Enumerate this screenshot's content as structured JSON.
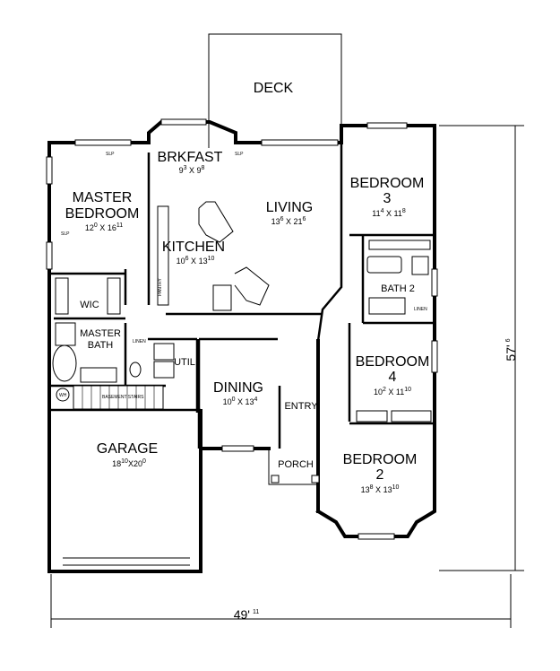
{
  "rooms": {
    "deck": {
      "name": "DECK"
    },
    "brkfast": {
      "name": "BRKFAST",
      "w": "9",
      "wsup": "3",
      "h": "9",
      "hsup": "8"
    },
    "master_bedroom": {
      "name1": "MASTER",
      "name2": "BEDROOM",
      "w": "12",
      "wsup": "0",
      "h": "16",
      "hsup": "11"
    },
    "living": {
      "name": "LIVING",
      "w": "13",
      "wsup": "6",
      "h": "21",
      "hsup": "6"
    },
    "bedroom3": {
      "name1": "BEDROOM",
      "name2": "3",
      "w": "11",
      "wsup": "4",
      "h": "11",
      "hsup": "8"
    },
    "kitchen": {
      "name": "KITCHEN",
      "w": "10",
      "wsup": "6",
      "h": "13",
      "hsup": "10"
    },
    "bath2": {
      "name": "BATH 2"
    },
    "wic": {
      "name": "WIC"
    },
    "master_bath": {
      "name1": "MASTER",
      "name2": "BATH"
    },
    "util": {
      "name": "UTIL"
    },
    "bedroom4": {
      "name1": "BEDROOM",
      "name2": "4",
      "w": "10",
      "wsup": "2",
      "h": "11",
      "hsup": "10"
    },
    "dining": {
      "name": "DINING",
      "w": "10",
      "wsup": "0",
      "h": "13",
      "hsup": "4"
    },
    "entry": {
      "name": "ENTRY"
    },
    "garage": {
      "name": "GARAGE",
      "w": "18",
      "wsup": "10",
      "h": "20",
      "hsup": "0"
    },
    "porch": {
      "name": "PORCH"
    },
    "bedroom2": {
      "name1": "BEDROOM",
      "name2": "2",
      "w": "13",
      "wsup": "8",
      "h": "13",
      "hsup": "10"
    }
  },
  "labels": {
    "slp": "SLP",
    "pantry": "PANTRY",
    "linen": "LINEN",
    "basement_stairs": "BASEMENT STAIRS",
    "water_heater": "WH"
  },
  "dimensions": {
    "width": "49'",
    "width_sup": "11",
    "depth": "57'",
    "depth_sup": "6"
  }
}
